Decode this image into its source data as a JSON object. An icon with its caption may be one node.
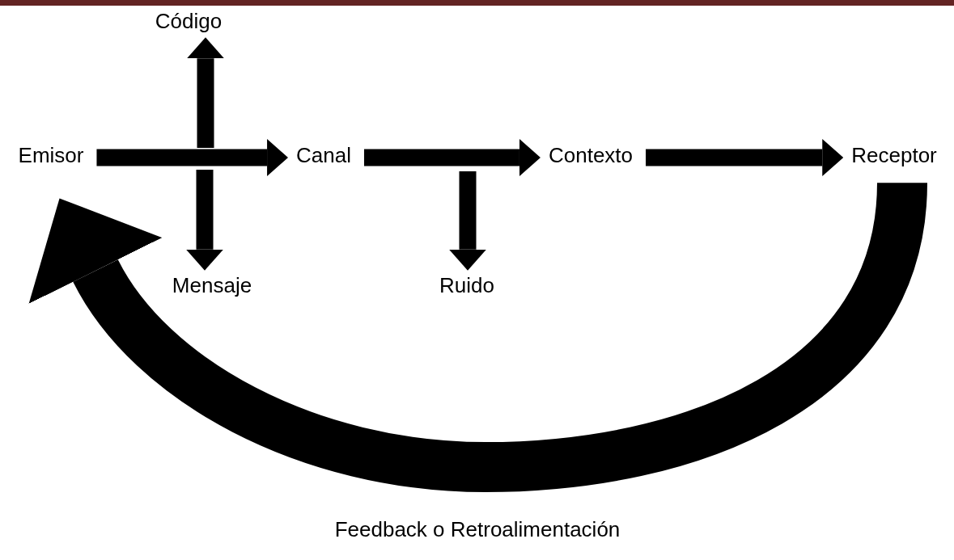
{
  "diagram": {
    "nodes": [
      {
        "text": [
          "Código"
        ]
      },
      {
        "text": [
          "Emisor"
        ]
      },
      {
        "text": [
          "Canal"
        ]
      },
      {
        "text": [
          "Contexto"
        ]
      },
      {
        "text": [
          "Receptor"
        ]
      },
      {
        "text": [
          "Mensaje"
        ]
      },
      {
        "text": [
          "Ruido"
        ]
      }
    ],
    "edges": [
      {
        "from": 1,
        "to": 2,
        "arrow": "to"
      },
      {
        "from": null,
        "to": 0,
        "arrow": "to"
      },
      {
        "from": null,
        "to": 5,
        "arrow": "to"
      },
      {
        "from": 2,
        "to": 3,
        "arrow": "to"
      },
      {
        "from": null,
        "to": 6,
        "arrow": "to"
      },
      {
        "from": 3,
        "to": 4,
        "arrow": "to"
      },
      {
        "from": 4,
        "to": 1,
        "arrow": "to",
        "style": "thick"
      }
    ],
    "labels": [
      "Feedback o Retroalimentación"
    ]
  }
}
